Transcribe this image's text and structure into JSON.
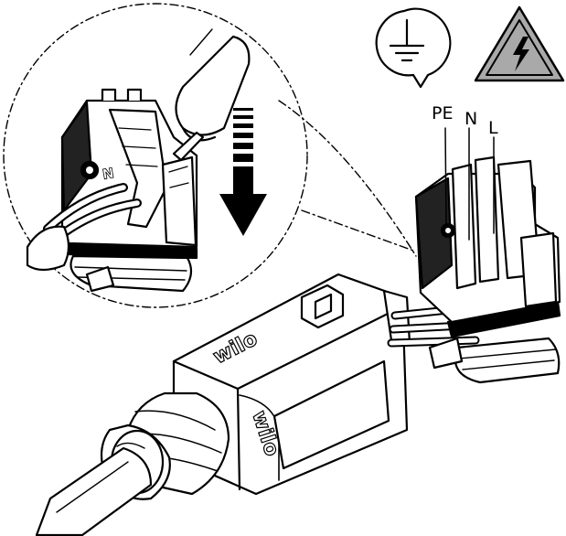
{
  "labels": {
    "pe": "PE",
    "n": "N",
    "l": "L",
    "terminal_n": "N",
    "brand_top": "wilo",
    "brand_side": "wilo"
  },
  "icons": {
    "ground": "protective-earth-ground-icon",
    "warning": "electrical-hazard-warning-icon",
    "push": "push-down-arrow-icon"
  },
  "colors": {
    "line": "#000000",
    "fill": "#ffffff",
    "warning_fill": "#a9a9a9"
  }
}
